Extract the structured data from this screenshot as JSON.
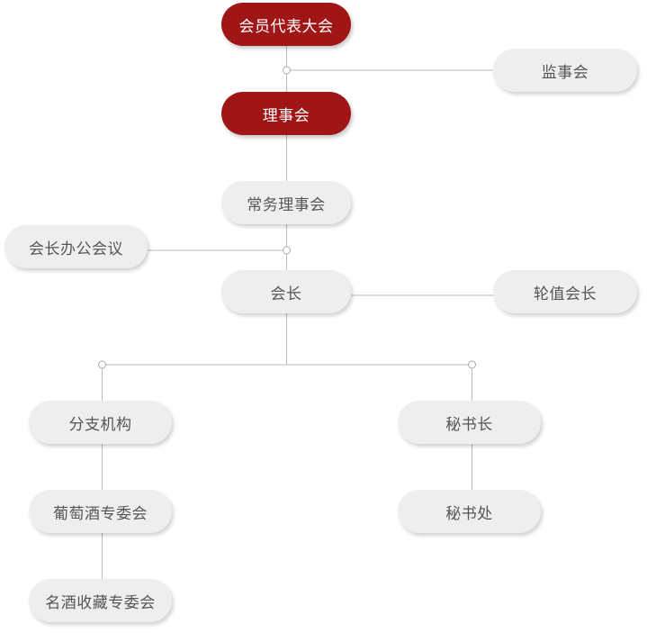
{
  "org_chart": {
    "general_assembly": "会员代表大会",
    "supervisory_board": "监事会",
    "board_of_directors": "理事会",
    "standing_board": "常务理事会",
    "president_office_meeting": "会长办公会议",
    "president": "会长",
    "rotating_president": "轮值会长",
    "branches": "分支机构",
    "wine_committee": "葡萄酒专委会",
    "fine_liquor_collection_committee": "名酒收藏专委会",
    "secretary_general": "秘书长",
    "secretariat": "秘书处"
  },
  "colors": {
    "primary_node": "#a01515",
    "secondary_node": "#eeeeee",
    "connector": "#bbbbbb"
  }
}
